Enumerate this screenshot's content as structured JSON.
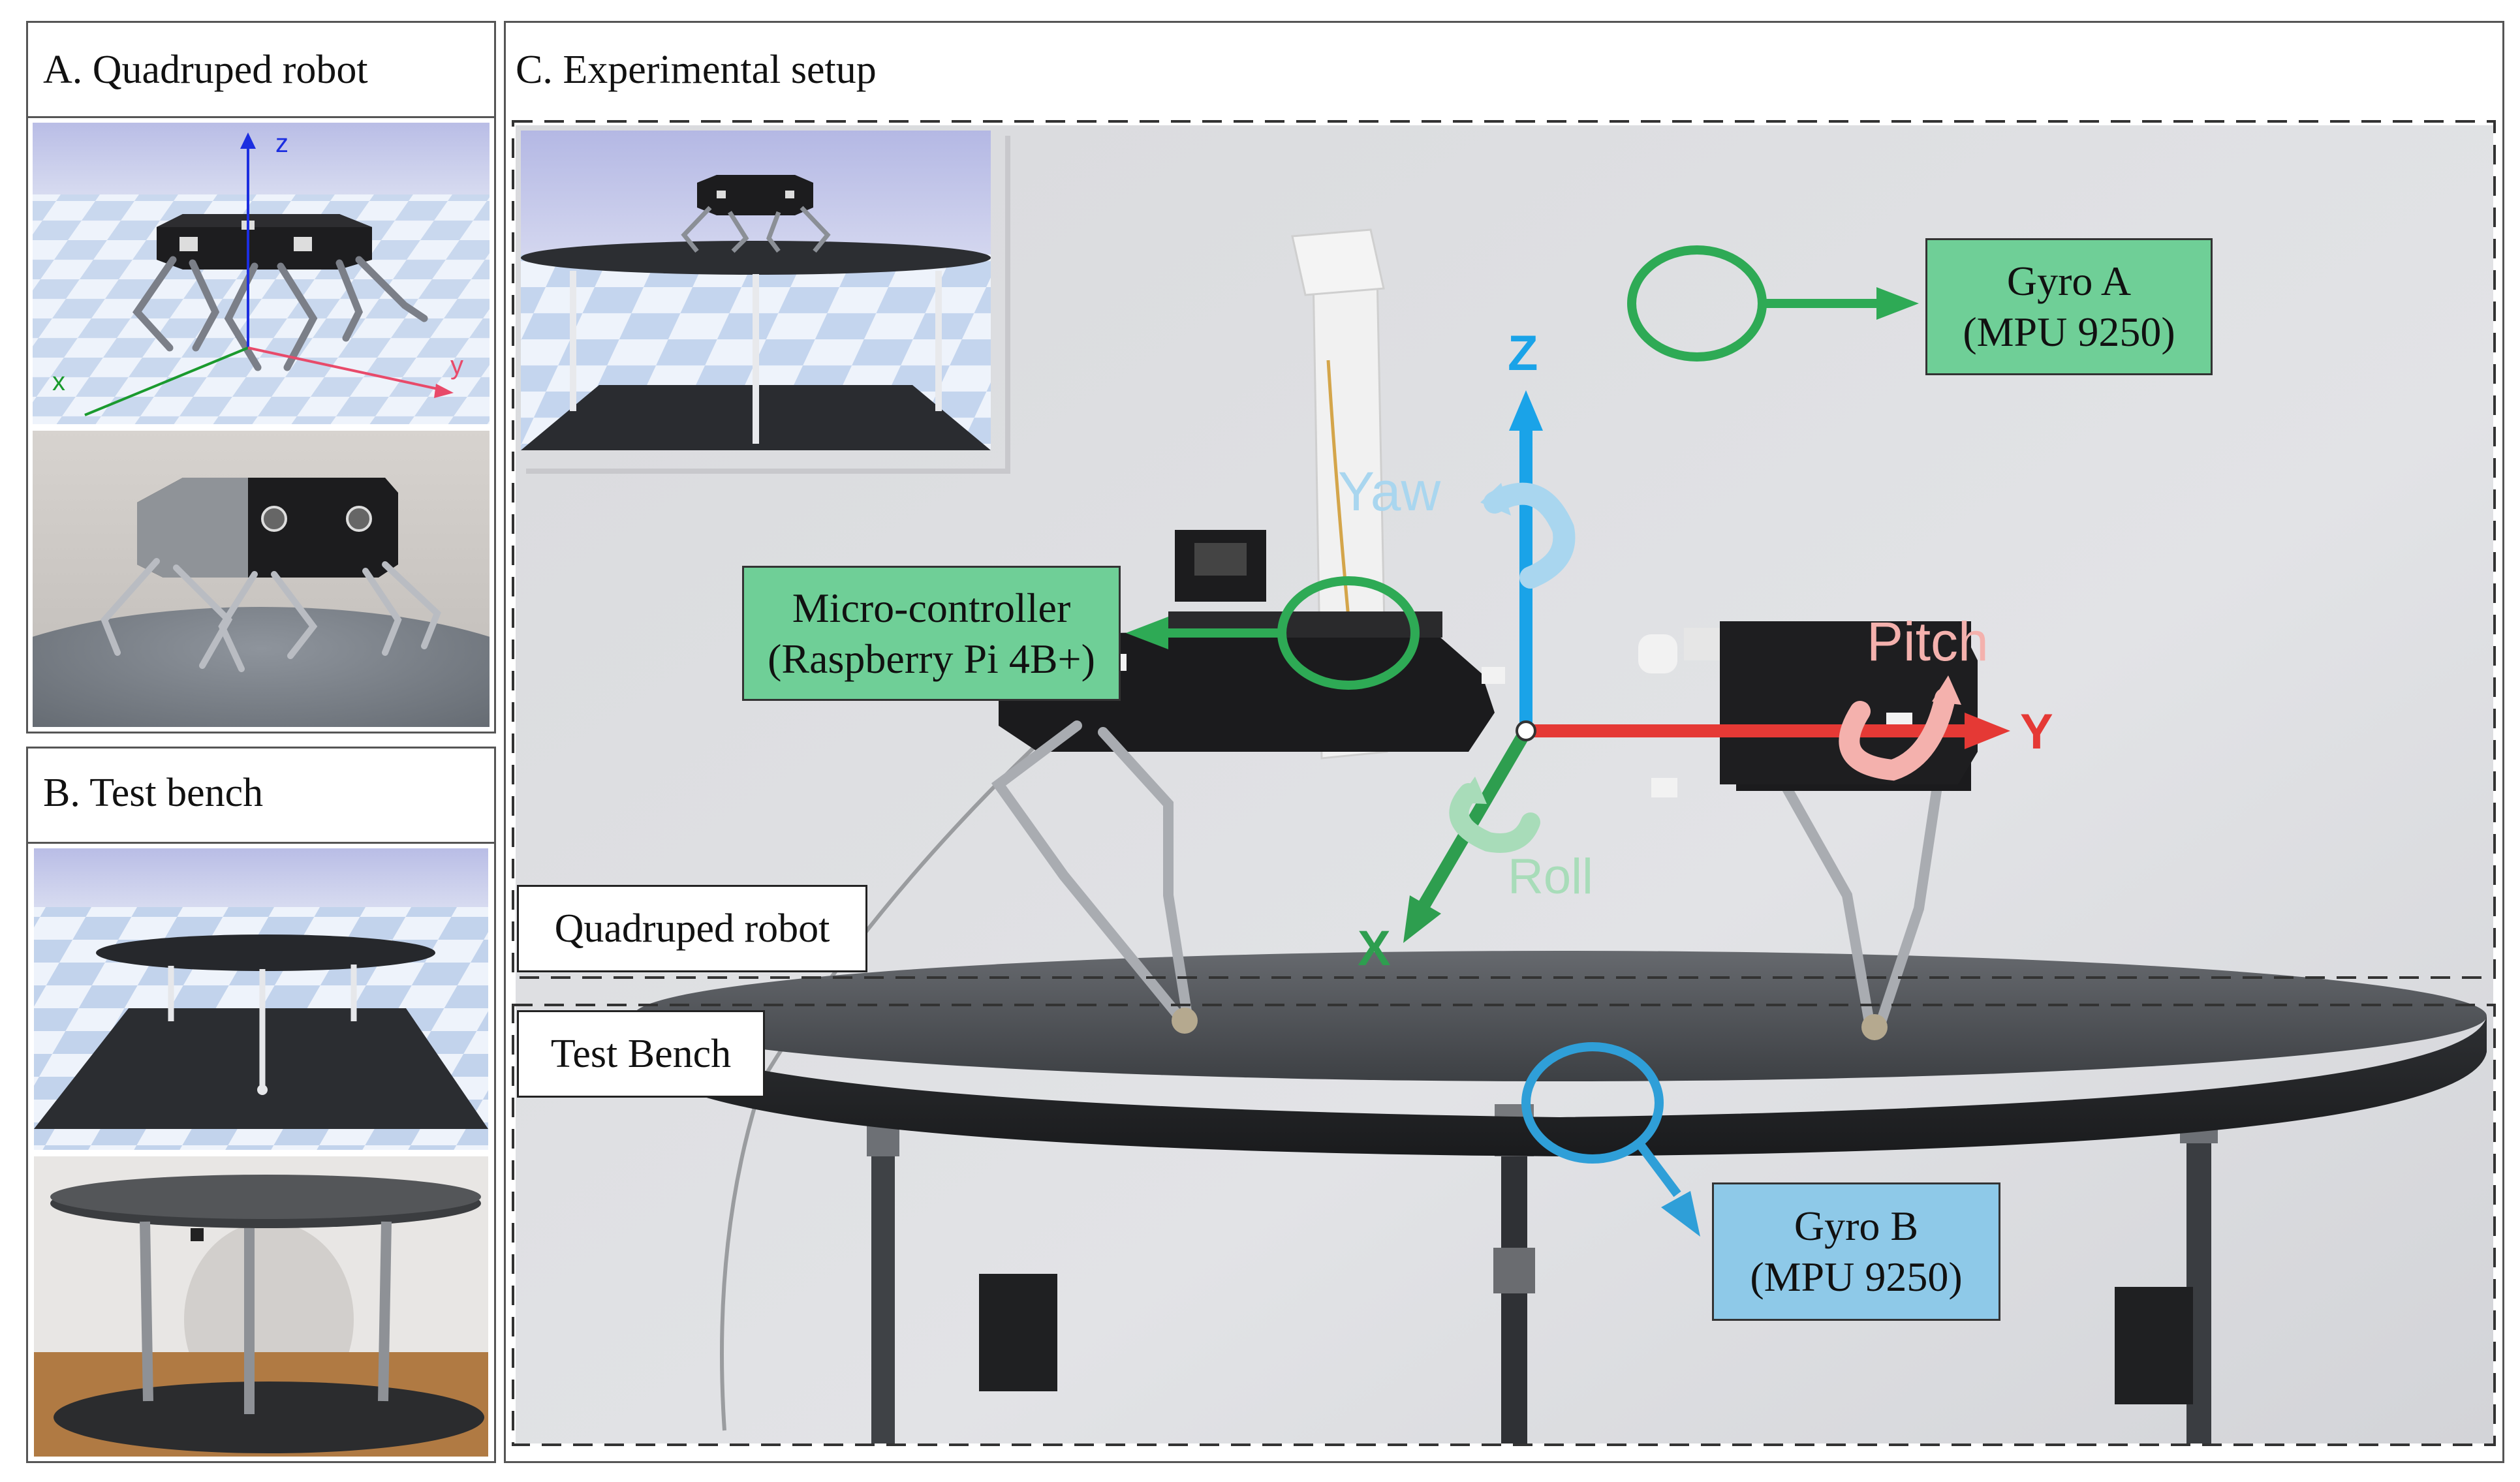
{
  "panels": {
    "a": {
      "title": "A. Quadruped robot"
    },
    "b": {
      "title": "B. Test bench"
    },
    "c": {
      "title": "C. Experimental setup"
    }
  },
  "sim_axes": {
    "z": "z",
    "x": "x",
    "y": "y"
  },
  "robot_axes": {
    "z": "Z",
    "x": "X",
    "y": "Y",
    "yaw": "Yaw",
    "pitch": "Pitch",
    "roll": "Roll"
  },
  "labels": {
    "quadruped": "Quadruped robot",
    "bench": "Test Bench",
    "gyro_a_line1": "Gyro A",
    "gyro_a_line2": "(MPU 9250)",
    "mcu_line1": "Micro-controller",
    "mcu_line2": "(Raspberry Pi 4B+)",
    "gyro_b_line1": "Gyro B",
    "gyro_b_line2": "(MPU 9250)"
  },
  "colors": {
    "green_box": "#6fcf97",
    "blue_box": "#8ec9e8",
    "z_axis": "#1aa3e8",
    "y_axis": "#e53935",
    "x_axis": "#2e9e4f",
    "callout_green": "#2eaa55",
    "callout_blue": "#2f9fd8"
  }
}
